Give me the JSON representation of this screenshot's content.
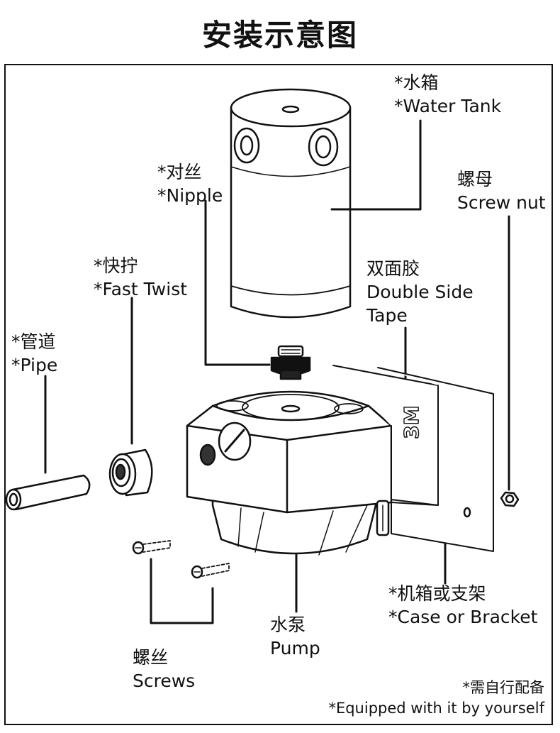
{
  "title": "安装示意图",
  "labels": {
    "water_tank": {
      "zh": "*水箱",
      "en": "*Water Tank"
    },
    "nipple": {
      "zh": "*对丝",
      "en": "*Nipple"
    },
    "screw_nut": {
      "zh": "螺母",
      "en": "Screw nut"
    },
    "fast_twist": {
      "zh": "*快拧",
      "en": "*Fast Twist"
    },
    "double_side_tape": {
      "zh": "双面胶",
      "en1": "Double Side",
      "en2": "Tape"
    },
    "pipe": {
      "zh": "*管道",
      "en": "*Pipe"
    },
    "case_bracket": {
      "zh": "*机箱或支架",
      "en": "*Case or Bracket"
    },
    "pump": {
      "zh": "水泵",
      "en": "Pump"
    },
    "screws": {
      "zh": "螺丝",
      "en": "Screws"
    }
  },
  "tape_mark": "3M",
  "footnote": {
    "zh": "*需自行配备",
    "en": "*Equipped with it by yourself"
  }
}
